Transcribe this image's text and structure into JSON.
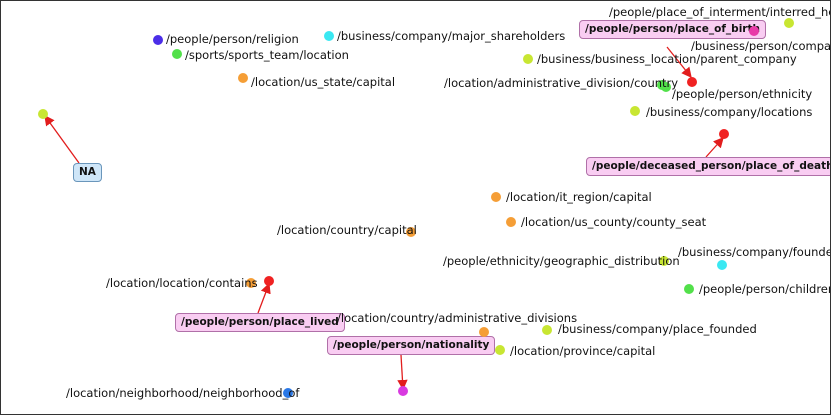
{
  "colors": {
    "red": "#f02222",
    "yellowgreen": "#c8e632",
    "green": "#52e04a",
    "orange": "#f59e36",
    "cyan": "#3ae8f2",
    "blue": "#2a78e6",
    "indigo": "#4b2ee8",
    "pink": "#e83aa8",
    "magenta": "#d83ae0",
    "edge": "#e21d1d"
  },
  "graph": {
    "highlight_boxes": {
      "place_of_birth": "/people/person/place_of_birth",
      "place_of_death": "/people/deceased_person/place_of_death",
      "place_lived": "/people/person/place_lived",
      "nationality": "/people/person/nationality",
      "na": "NA"
    },
    "labels": {
      "religion": "/people/person/religion",
      "sports_team_location": "/sports/sports_team/location",
      "us_state_capital": "/location/us_state/capital",
      "major_shareholders": "/business/company/major_shareholders",
      "place_of_interment": "/people/place_of_interment/interred_here",
      "person_company": "/business/person/company",
      "parent_company": "/business/business_location/parent_company",
      "admin_country": "/location/administrative_division/country",
      "person_ethnicity": "/people/person/ethnicity",
      "company_locations": "/business/company/locations",
      "it_region_capital": "/location/it_region/capital",
      "us_county_seat": "/location/us_county/county_seat",
      "country_capital": "/location/country/capital",
      "company_founders": "/business/company/founders",
      "ethnicity_distribution": "/people/ethnicity/geographic_distribution",
      "person_children": "/people/person/children",
      "location_contains": "/location/location/contains",
      "country_admin_divisions": "/location/country/administrative_divisions",
      "place_founded": "/business/company/place_founded",
      "province_capital": "/location/province/capital",
      "neighborhood_of": "/location/neighborhood/neighborhood_of"
    }
  }
}
